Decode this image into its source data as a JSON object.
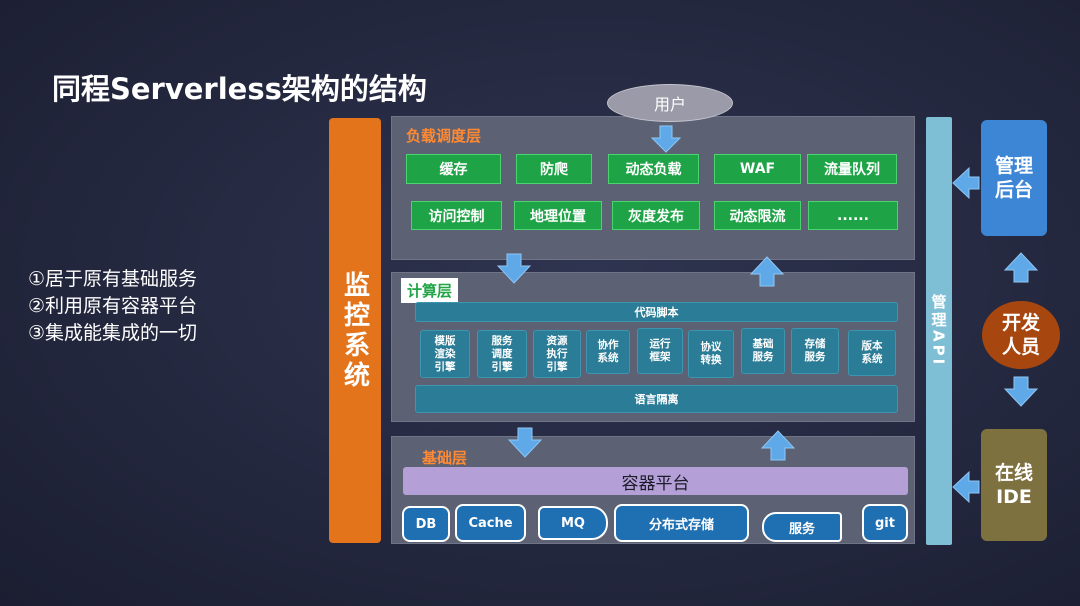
{
  "title": "同程Serverless架构的结构",
  "points": [
    "①居于原有基础服务",
    "②利用原有容器平台",
    "③集成能集成的一切"
  ],
  "monitor": "监控系统",
  "user": "用户",
  "dispatch": {
    "title": "负载调度层",
    "row1": [
      "缓存",
      "防爬",
      "动态负载",
      "WAF",
      "流量队列"
    ],
    "row2": [
      "访问控制",
      "地理位置",
      "灰度发布",
      "动态限流",
      "......"
    ]
  },
  "compute": {
    "title": "计算层",
    "top_bar": "代码脚本",
    "modules": [
      "模版\n渲染\n引擎",
      "服务\n调度\n引擎",
      "资源\n执行\n引擎",
      "协作\n系统",
      "运行\n框架",
      "协议\n转换",
      "基础\n服务",
      "存储\n服务",
      "版本\n系统"
    ],
    "bottom_bar": "语言隔离"
  },
  "base": {
    "title": "基础层",
    "container": "容器平台",
    "stores": [
      "DB",
      "Cache",
      "MQ",
      "分布式存储",
      "服务",
      "git"
    ]
  },
  "api": "管理API",
  "admin": "管理\n后台",
  "dev": "开发\n人员",
  "ide": "在线\nIDE",
  "colors": {
    "monitor": "#e4741c",
    "green": "#1fa347",
    "teal": "#2b7c96",
    "api": "#7fbfd6",
    "admin": "#3d86d6",
    "dev": "#a7470f",
    "ide": "#7e7140",
    "arrow": "#5fa9e8"
  }
}
